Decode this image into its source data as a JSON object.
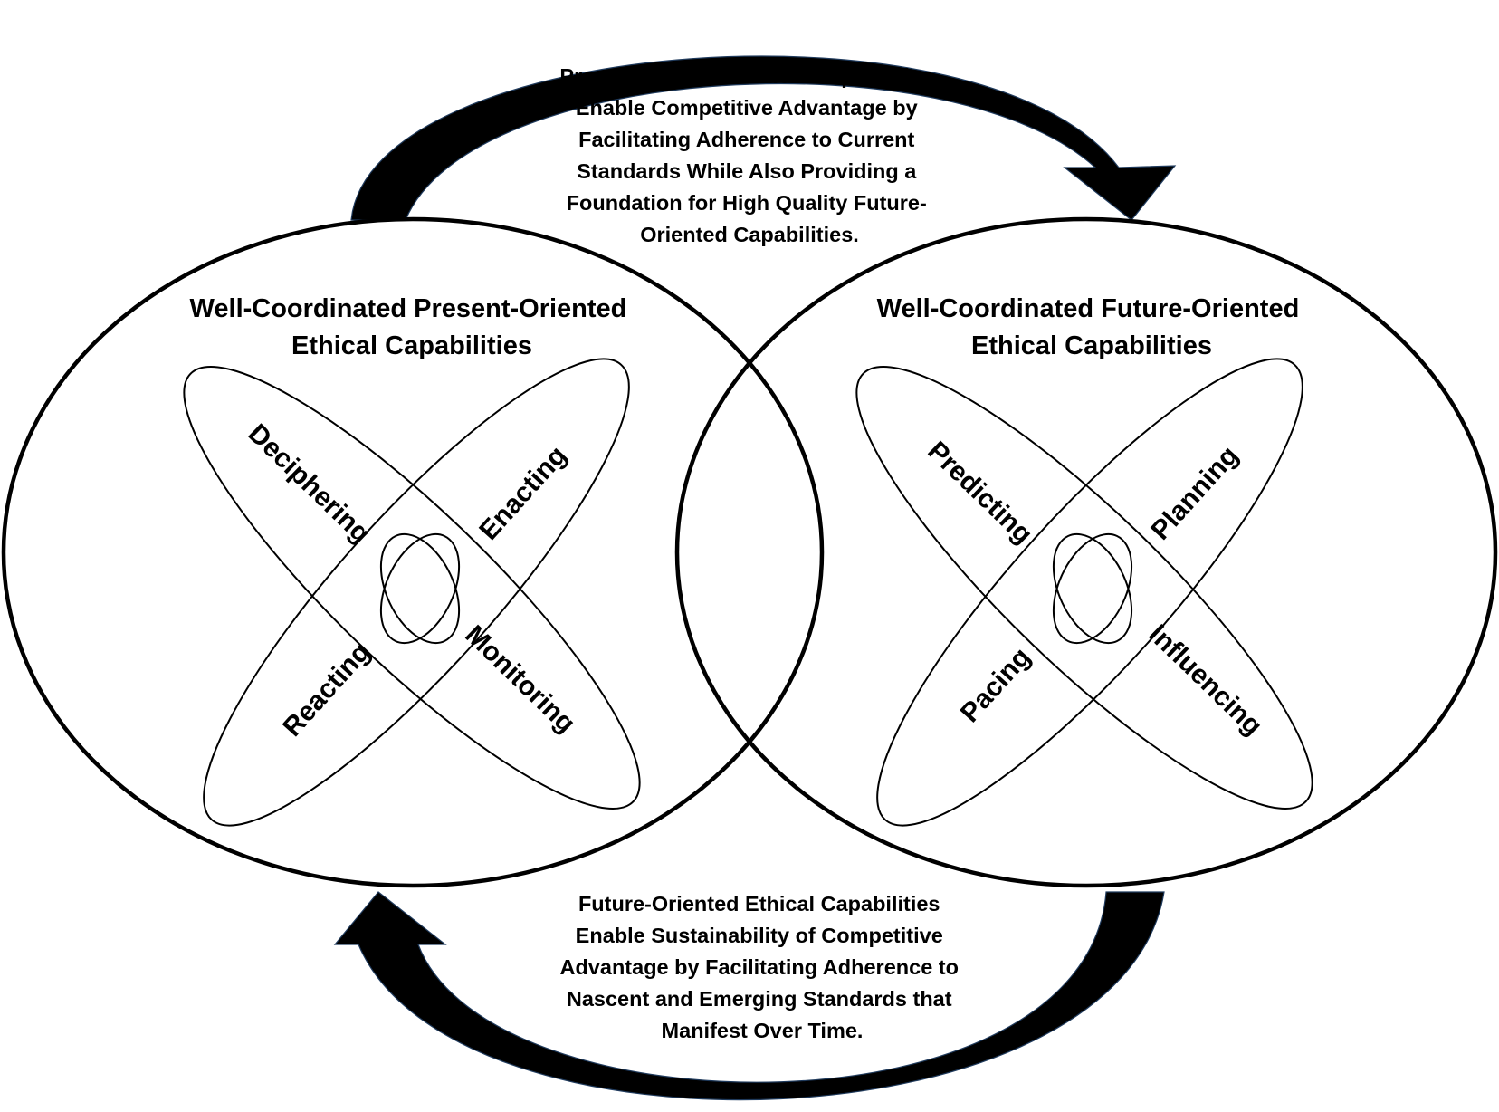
{
  "top_arrow_text": [
    "Present-Oriented Ethical Capabilities",
    "Enable Competitive Advantage by",
    "Facilitating Adherence to Current",
    "Standards While Also Providing a",
    "Foundation for High Quality Future-",
    "Oriented Capabilities."
  ],
  "bottom_arrow_text": [
    "Future-Oriented Ethical Capabilities",
    "Enable Sustainability of Competitive",
    "Advantage by Facilitating Adherence to",
    "Nascent and Emerging Standards that",
    "Manifest Over Time."
  ],
  "left_circle": {
    "title": [
      "Well-Coordinated Present-Oriented",
      "Ethical Capabilities"
    ],
    "petals": {
      "top_left": "Deciphering",
      "top_right": "Enacting",
      "bottom_left": "Reacting",
      "bottom_right": "Monitoring"
    }
  },
  "right_circle": {
    "title": [
      "Well-Coordinated Future-Oriented",
      "Ethical Capabilities"
    ],
    "petals": {
      "top_left": "Predicting",
      "top_right": "Planning",
      "bottom_left": "Pacing",
      "bottom_right": "Influencing"
    }
  }
}
